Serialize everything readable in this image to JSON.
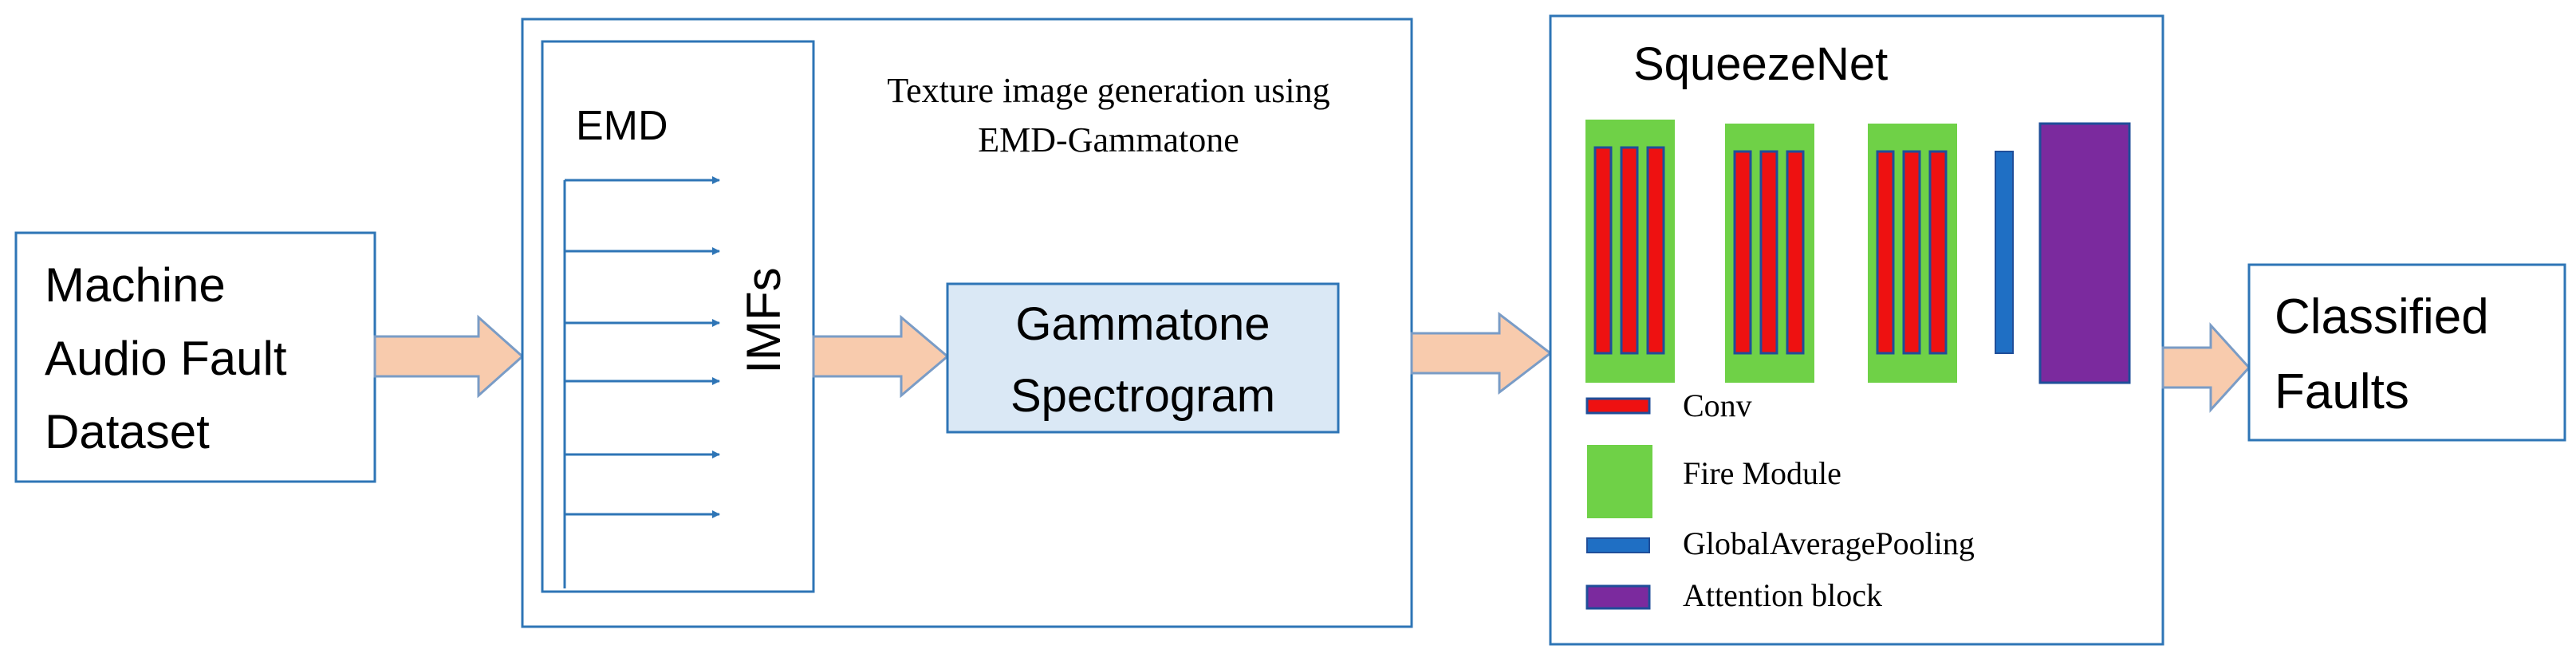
{
  "input_box": {
    "lines": [
      "Machine",
      "Audio Fault",
      "Dataset"
    ]
  },
  "texture_panel": {
    "caption_lines": [
      "Texture image generation using",
      "EMD-Gammatone"
    ],
    "emd_label": "EMD",
    "imfs_label": "IMFs",
    "spectrogram_lines": [
      "Gammatone",
      "Spectrogram"
    ]
  },
  "squeezenet_panel": {
    "title": "SqueezeNet",
    "legend": {
      "conv": "Conv",
      "fire": "Fire Module",
      "gap": "GlobalAveragePooling",
      "attention": "Attention block"
    }
  },
  "output_box": {
    "lines": [
      "Classified",
      "Faults"
    ]
  },
  "colors": {
    "box_border": "#2e75b6",
    "imf_arrow": "#2e75b6",
    "flow_arrow_fill": "#f8cbad",
    "flow_arrow_stroke": "#7a9cc6",
    "spectrogram_fill": "#dae8f5",
    "conv": "#ee1111",
    "fire": "#6fd147",
    "gap": "#1f6fc4",
    "attention": "#7b2a9e"
  },
  "icons": {
    "flow_arrow": "block-arrow-right",
    "imf_arrow": "arrow-right"
  }
}
